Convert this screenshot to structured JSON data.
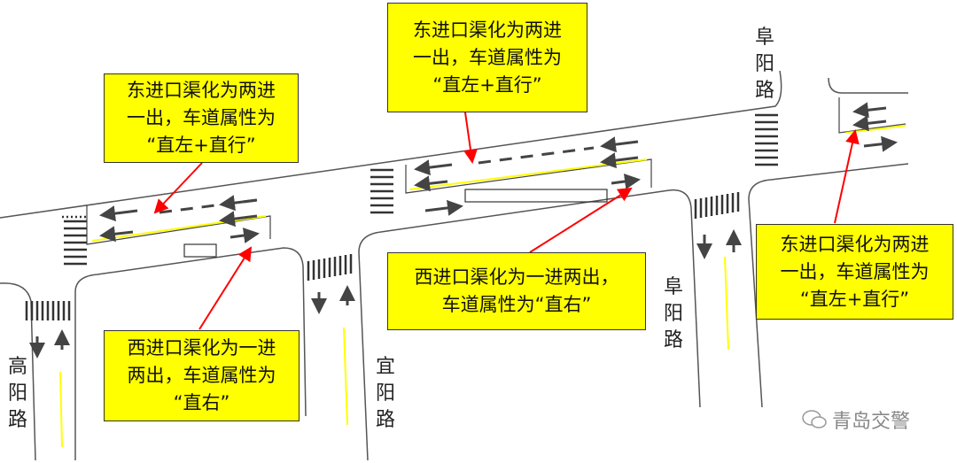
{
  "notes": {
    "east_left": {
      "lines": [
        "东进口渠化为两进",
        "一出，车道属性为",
        "“直左+直行”"
      ]
    },
    "east_mid": {
      "lines": [
        "东进口渠化为两进",
        "一出，车道属性为",
        "“直左+直行”"
      ]
    },
    "east_right": {
      "lines": [
        "东进口渠化为两进",
        "一出，车道属性为",
        "“直左+直行”"
      ]
    },
    "west_left": {
      "lines": [
        "西进口渠化为一进",
        "两出，车道属性为",
        "“直右”"
      ]
    },
    "west_mid": {
      "lines": [
        "西进口渠化为一进两出，",
        "车道属性为“直右”"
      ]
    }
  },
  "roads": {
    "gaoyang": [
      "高",
      "阳",
      "路"
    ],
    "yiyang": [
      "宜",
      "阳",
      "路"
    ],
    "fuyang_lower": [
      "阜",
      "阳",
      "路"
    ],
    "fuyang_upper": [
      "阜",
      "阳",
      "路"
    ]
  },
  "watermark": "青岛交警",
  "colors": {
    "note_bg": "#ffff00",
    "arrow": "#ff0000",
    "lane_line": "#ffff00"
  }
}
